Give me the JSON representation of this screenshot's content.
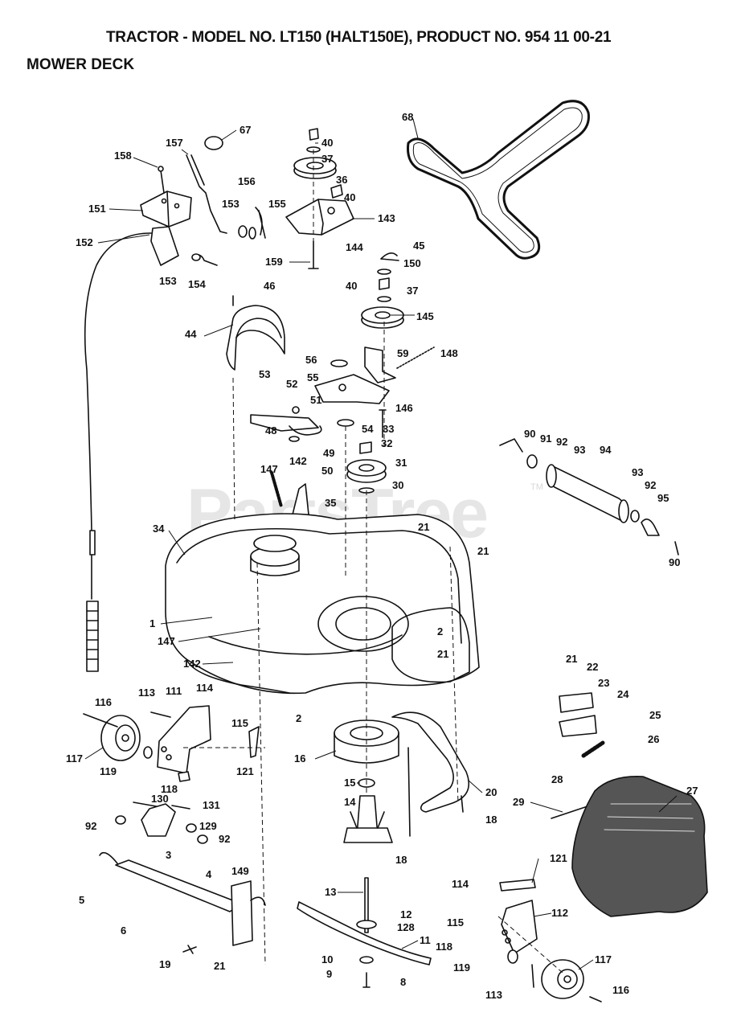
{
  "header": {
    "title": "TRACTOR - MODEL NO. LT150 (HALT150E), PRODUCT NO. 954 11 00-21",
    "subtitle": "MOWER DECK"
  },
  "watermark": {
    "text": "PartsTree",
    "tm": "TM"
  },
  "callouts": {
    "c1": "1",
    "c2": "2",
    "c2b": "2",
    "c3": "3",
    "c4": "4",
    "c5": "5",
    "c6": "6",
    "c8": "8",
    "c9": "9",
    "c10": "10",
    "c11": "11",
    "c12": "12",
    "c13": "13",
    "c14": "14",
    "c15": "15",
    "c16": "16",
    "c18a": "18",
    "c18b": "18",
    "c19": "19",
    "c20": "20",
    "c21a": "21",
    "c21b": "21",
    "c21c": "21",
    "c21d": "21",
    "c21e": "21",
    "c22": "22",
    "c23": "23",
    "c24": "24",
    "c25": "25",
    "c26": "26",
    "c27": "27",
    "c28": "28",
    "c29": "29",
    "c30": "30",
    "c31": "31",
    "c32": "32",
    "c33": "33",
    "c34": "34",
    "c35": "35",
    "c36": "36",
    "c37a": "37",
    "c37b": "37",
    "c40a": "40",
    "c40b": "40",
    "c40c": "40",
    "c44": "44",
    "c45": "45",
    "c46": "46",
    "c48": "48",
    "c49": "49",
    "c50": "50",
    "c51": "51",
    "c52": "52",
    "c53": "53",
    "c54": "54",
    "c55": "55",
    "c56": "56",
    "c59": "59",
    "c67": "67",
    "c68": "68",
    "c90a": "90",
    "c90b": "90",
    "c91": "91",
    "c92a": "92",
    "c92b": "92",
    "c92c": "92",
    "c93a": "93",
    "c93b": "93",
    "c94": "94",
    "c95": "95",
    "c111": "111",
    "c112": "112",
    "c113a": "113",
    "c113b": "113",
    "c114a": "114",
    "c114b": "114",
    "c115a": "115",
    "c115b": "115",
    "c116a": "116",
    "c116b": "116",
    "c117a": "117",
    "c117b": "117",
    "c118a": "118",
    "c118b": "118",
    "c119a": "119",
    "c119b": "119",
    "c121a": "121",
    "c121b": "121",
    "c128": "128",
    "c129": "129",
    "c130": "130",
    "c131": "131",
    "c142a": "142",
    "c142b": "142",
    "c143": "143",
    "c144": "144",
    "c145": "145",
    "c146": "146",
    "c147a": "147",
    "c147b": "147",
    "c148": "148",
    "c149": "149",
    "c150": "150",
    "c151": "151",
    "c152": "152",
    "c153a": "153",
    "c153b": "153",
    "c154": "154",
    "c155": "155",
    "c156": "156",
    "c157": "157",
    "c158": "158",
    "c159": "159"
  }
}
